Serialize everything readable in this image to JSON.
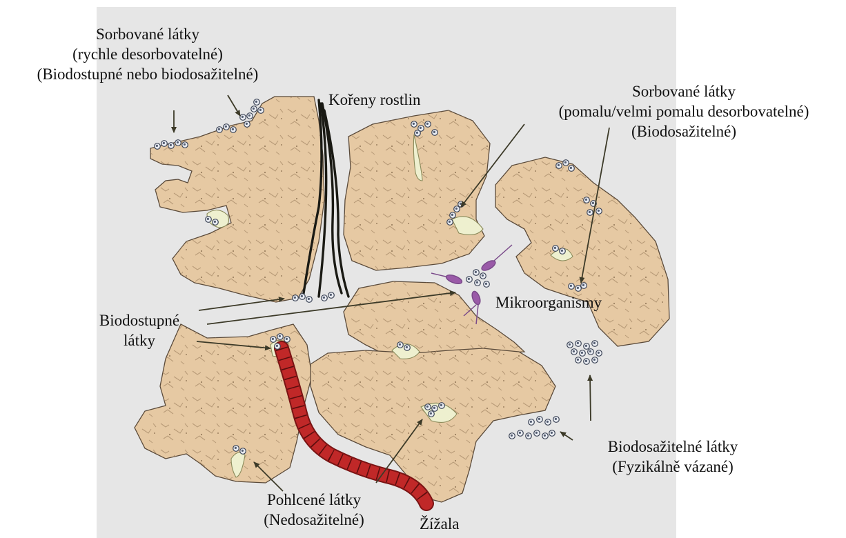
{
  "colors": {
    "panel": "#e6e6e6",
    "aggregate_fill": "#e6c9a3",
    "aggregate_stroke": "#5a4a3a",
    "root": "#1a1a14",
    "earthworm": "#c02828",
    "microorganism": "#9a5aa8",
    "arrow": "#3c3a28",
    "pocket": "#eef0cf"
  },
  "labels": {
    "sorbed_fast": {
      "line1": "Sorbované látky",
      "line2": "(rychle desorbovatelné)",
      "line3": "(Biodostupné nebo biodosažitelné)"
    },
    "roots": "Kořeny rostlin",
    "sorbed_slow": {
      "line1": "Sorbované látky",
      "line2": "(pomalu/velmi pomalu desorbovatelné)",
      "line3": "(Biodosažitelné)"
    },
    "microorganisms": "Mikroorganismy",
    "bioavailable": {
      "line1": "Biodostupné",
      "line2": "látky"
    },
    "bioaccessible": {
      "line1": "Biodosažitelné látky",
      "line2": "(Fyzikálně vázané)"
    },
    "absorbed": {
      "line1": "Pohlcené látky",
      "line2": "(Nedosažitelné)"
    },
    "earthworm": "Žížala"
  }
}
